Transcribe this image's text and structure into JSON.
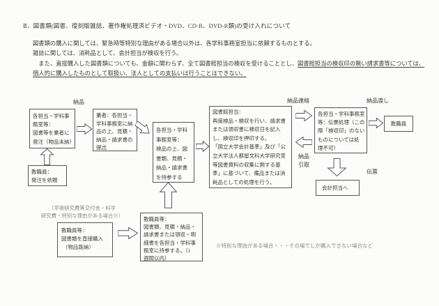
{
  "document": {
    "title": "Ⅱ．図書類(図書、復刻版雑誌、著作権処理済ビデオ・DVD、CD-R、DVD-R類)の受け入れについて",
    "para_line1": "図書類の購入に関しては、緊急時等特別な理由がある場合以外は、各学科事務室担当に依頼するものとする。",
    "para_line2": "雑誌に関しては、消耗品として、会計担当が検収を行う。",
    "para_line3_normal": "　また、直接購入した図書類についても、金額に関わらず、全て図書館担当の検収を受けることとし、",
    "para_line3_underline": "図書館担当の検収印の無い請求書等については、",
    "para_line4_underline": "個人的に購入したものとして取扱い、法人としての支払いは行うことはできない。"
  },
  "flow": {
    "label_nouhin": "納品",
    "label_nouhin_renraku": "納品連絡",
    "label_nouhin_watashi": "納品渡し",
    "label_nouhin_hikitori": "納品\n引取",
    "label_denpyo": "伝票",
    "box_dept_order": "各担当・学科事\n務室等：\n図書等を業者に\n発注（物品未納）",
    "box_vendor": "業者：各担当・\n学科事務室に納\n品の上、見積・\n納品・請求書の\n提出",
    "box_staff_order": "教職員：\n発注を依頼",
    "box_dept_inspect": "各担当・学科\n事務室等：\n検品の上、図\n書類、見積・\n納品・請求書\nを持参する",
    "box_library": "図書館担当：\n再度検品・検収を行い、請求書\nまたは領収書に検収日を記入\nし、検収印を押印する。\n「国立大学会計基準」及び「公\n立大学法人都留文科大学研究室\n等図書資料の収集に関する基\n準」に基づいて、備品または消\n耗品としての処理を行う。",
    "box_dept_slip": "各担当・学科事務室\n等：伝票処理（この\n際「検収印」のない\nものについては処\n理不可）",
    "box_staff_receive": "教職員",
    "box_accounting": "会計担当へ",
    "note_grant": "（学術研究費等交付金・科学\n研究費・特別な理由がある場合※）",
    "box_staff_direct": "教職員等：\n図書類を直接購入\n （物品既納）",
    "box_staff_bring": "教職員等：\n図書類、見積・納品・\n請求書または領収・明\n細書を各担当・学科事\n務室に持参する。（1\n週間以内）",
    "note_special": "※特別な理由がある場合・・・その場でしか購入できない場合など"
  }
}
